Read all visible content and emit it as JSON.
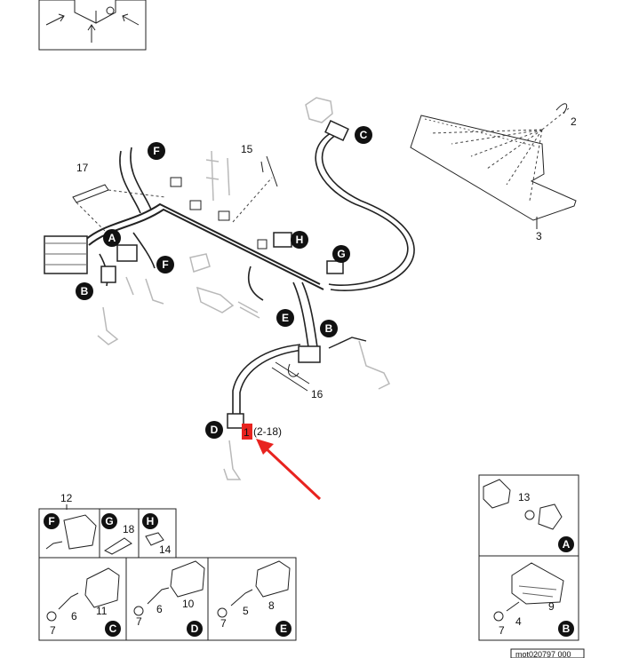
{
  "diagram": {
    "part_numbers": {
      "n1": "1",
      "n1_ref": "(2-18)",
      "n2": "2",
      "n3": "3",
      "n15": "15",
      "n16": "16",
      "n17": "17",
      "n12": "12",
      "n18": "18",
      "n14": "14",
      "n11": "11",
      "n6a": "6",
      "n7a": "7",
      "n10": "10",
      "n6b": "6",
      "n7b": "7",
      "n8": "8",
      "n5": "5",
      "n7c": "7",
      "n13": "13",
      "n9": "9",
      "n4": "4",
      "n7d": "7"
    },
    "callouts": {
      "c_top": "C",
      "f_top": "F",
      "a_left": "A",
      "b_left": "B",
      "f_mid": "F",
      "h_mid": "H",
      "g_mid": "G",
      "e_mid": "E",
      "b_mid": "B",
      "d_low": "D",
      "f_det": "F",
      "g_det": "G",
      "h_det": "H",
      "c_det": "C",
      "d_det": "D",
      "e_det": "E",
      "a_det": "A",
      "b_det": "B"
    },
    "highlight_color": "#e8231f",
    "figure_id": "mot020797_000"
  }
}
